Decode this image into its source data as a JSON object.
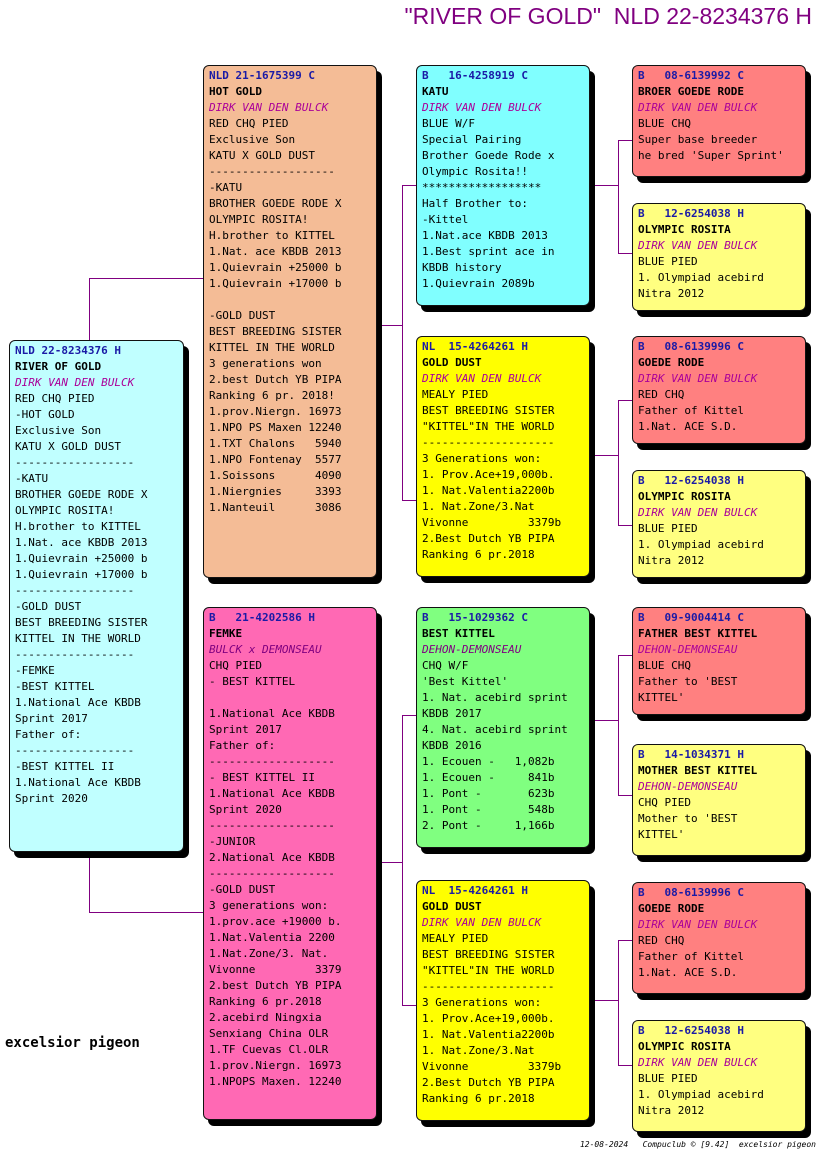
{
  "header": {
    "title": "\"RIVER OF GOLD\"  NLD 22-8234376 H"
  },
  "brand": "excelsior pigeon",
  "footer": "12-08-2024   Compuclub © [9.42]  excelsior pigeon",
  "colors": {
    "connector": "#800080",
    "breeder_default": "#aa0099"
  },
  "cards": [
    {
      "id": "subject",
      "bg": "#c0ffff",
      "breederColor": "#aa0099",
      "lines": [
        "NLD 22-8234376 H",
        "RIVER OF GOLD",
        "DIRK VAN DEN BULCK",
        "RED CHQ PIED",
        "-HOT GOLD",
        "Exclusive Son",
        "KATU X GOLD DUST",
        "------------------",
        "-KATU",
        "BROTHER GOEDE RODE X",
        "OLYMPIC ROSITA!",
        "H.brother to KITTEL",
        "1.Nat. ace KBDB 2013",
        "1.Quievrain +25000 b",
        "1.Quievrain +17000 b",
        "------------------",
        "-GOLD DUST",
        "BEST BREEDING SISTER",
        "KITTEL IN THE WORLD",
        "------------------",
        "-FEMKE",
        "-BEST KITTEL",
        "1.National Ace KBDB",
        "Sprint 2017",
        "Father of:",
        "------------------",
        "-BEST KITTEL II",
        "1.National Ace KBDB",
        "Sprint 2020"
      ]
    },
    {
      "id": "sire",
      "bg": "#f4bc96",
      "breederColor": "#aa0099",
      "lines": [
        "NLD 21-1675399 C",
        "HOT GOLD",
        "DIRK VAN DEN BULCK",
        "RED CHQ PIED",
        "Exclusive Son",
        "KATU X GOLD DUST",
        "-------------------",
        "-KATU",
        "BROTHER GOEDE RODE X",
        "OLYMPIC ROSITA!",
        "H.brother to KITTEL",
        "1.Nat. ace KBDB 2013",
        "1.Quievrain +25000 b",
        "1.Quievrain +17000 b",
        "",
        "-GOLD DUST",
        "BEST BREEDING SISTER",
        "KITTEL IN THE WORLD",
        "3 generations won",
        "2.best Dutch YB PIPA",
        "Ranking 6 pr. 2018!",
        "1.prov.Niergn. 16973",
        "1.NPO PS Maxen 12240",
        "1.TXT Chalons   5940",
        "1.NPO Fontenay  5577",
        "1.Soissons      4090",
        "1.Niergnies     3393",
        "1.Nanteuil      3086"
      ]
    },
    {
      "id": "dam",
      "bg": "#ff69b4",
      "breederColor": "#800080",
      "lines": [
        "B   21-4202586 H",
        "FEMKE",
        "BULCK x DEMONSEAU",
        "CHQ PIED",
        "- BEST KITTEL",
        "",
        "1.National Ace KBDB",
        "Sprint 2017",
        "Father of:",
        "-------------------",
        "- BEST KITTEL II",
        "1.National Ace KBDB",
        "Sprint 2020",
        "-------------------",
        "-JUNIOR",
        "2.National Ace KBDB",
        "-------------------",
        "-GOLD DUST",
        "3 generations won:",
        "1.prov.ace +19000 b.",
        "1.Nat.Valentia 2200",
        "1.Nat.Zone/3. Nat.",
        "Vivonne         3379",
        "2.best Dutch YB PIPA",
        "Ranking 6 pr.2018",
        "2.acebird Ningxia",
        "Senxiang China OLR",
        "1.TF Cuevas Cl.OLR",
        "1.prov.Niergn. 16973",
        "1.NPOPS Maxen. 12240"
      ]
    },
    {
      "id": "ss",
      "bg": "#80ffff",
      "breederColor": "#aa0099",
      "lines": [
        "B   16-4258919 C",
        "KATU",
        "DIRK VAN DEN BULCK",
        "BLUE W/F",
        "Special Pairing",
        "Brother Goede Rode x",
        "Olympic Rosita!!",
        "******************",
        "Half Brother to:",
        "-Kittel",
        "1.Nat.ace KBDB 2013",
        "1.Best sprint ace in",
        "KBDB history",
        "1.Quievrain 2089b"
      ]
    },
    {
      "id": "sd",
      "bg": "#ffff00",
      "breederColor": "#aa0099",
      "lines": [
        "NL  15-4264261 H",
        "GOLD DUST",
        "DIRK VAN DEN BULCK",
        "MEALY PIED",
        "BEST BREEDING SISTER",
        "\"KITTEL\"IN THE WORLD",
        "--------------------",
        "3 Generations won:",
        "1. Prov.Ace+19,000b.",
        "1. Nat.Valentia2200b",
        "1. Nat.Zone/3.Nat",
        "Vivonne         3379b",
        "2.Best Dutch YB PIPA",
        "Ranking 6 pr.2018"
      ]
    },
    {
      "id": "ds",
      "bg": "#80ff80",
      "breederColor": "#800080",
      "lines": [
        "B   15-1029362 C",
        "BEST KITTEL",
        "DEHON-DEMONSEAU",
        "CHQ W/F",
        "'Best Kittel'",
        "1. Nat. acebird sprint",
        "KBDB 2017",
        "4. Nat. acebird sprint",
        "KBDB 2016",
        "1. Ecouen -   1,082b",
        "1. Ecouen -     841b",
        "1. Pont -       623b",
        "1. Pont -       548b",
        "2. Pont -     1,166b"
      ]
    },
    {
      "id": "dd",
      "bg": "#ffff00",
      "breederColor": "#aa0099",
      "lines": [
        "NL  15-4264261 H",
        "GOLD DUST",
        "DIRK VAN DEN BULCK",
        "MEALY PIED",
        "BEST BREEDING SISTER",
        "\"KITTEL\"IN THE WORLD",
        "--------------------",
        "3 Generations won:",
        "1. Prov.Ace+19,000b.",
        "1. Nat.Valentia2200b",
        "1. Nat.Zone/3.Nat",
        "Vivonne         3379b",
        "2.Best Dutch YB PIPA",
        "Ranking 6 pr.2018"
      ]
    },
    {
      "id": "sss",
      "bg": "#ff8080",
      "breederColor": "#aa0099",
      "lines": [
        "B   08-6139992 C",
        "BROER GOEDE RODE",
        "DIRK VAN DEN BULCK",
        "BLUE CHQ",
        "Super base breeder",
        "he bred 'Super Sprint'"
      ]
    },
    {
      "id": "ssd",
      "bg": "#ffff80",
      "breederColor": "#aa0099",
      "lines": [
        "B   12-6254038 H",
        "OLYMPIC ROSITA",
        "DIRK VAN DEN BULCK",
        "BLUE PIED",
        "1. Olympiad acebird",
        "Nitra 2012"
      ]
    },
    {
      "id": "sds",
      "bg": "#ff8080",
      "breederColor": "#aa0099",
      "lines": [
        "B   08-6139996 C",
        "GOEDE RODE",
        "DIRK VAN DEN BULCK",
        "RED CHQ",
        "Father of Kittel",
        "1.Nat. ACE S.D."
      ]
    },
    {
      "id": "sdd",
      "bg": "#ffff80",
      "breederColor": "#aa0099",
      "lines": [
        "B   12-6254038 H",
        "OLYMPIC ROSITA",
        "DIRK VAN DEN BULCK",
        "BLUE PIED",
        "1. Olympiad acebird",
        "Nitra 2012"
      ]
    },
    {
      "id": "dss",
      "bg": "#ff8080",
      "breederColor": "#aa0099",
      "lines": [
        "B   09-9004414 C",
        "FATHER BEST KITTEL",
        "DEHON-DEMONSEAU",
        "BLUE CHQ",
        "Father to 'BEST",
        "KITTEL'"
      ]
    },
    {
      "id": "dsd",
      "bg": "#ffff80",
      "breederColor": "#aa0099",
      "lines": [
        "B   14-1034371 H",
        "MOTHER BEST KITTEL",
        "DEHON-DEMONSEAU",
        "CHQ PIED",
        "Mother to 'BEST",
        "KITTEL'"
      ]
    },
    {
      "id": "dds",
      "bg": "#ff8080",
      "breederColor": "#aa0099",
      "lines": [
        "B   08-6139996 C",
        "GOEDE RODE",
        "DIRK VAN DEN BULCK",
        "RED CHQ",
        "Father of Kittel",
        "1.Nat. ACE S.D."
      ]
    },
    {
      "id": "ddd",
      "bg": "#ffff80",
      "breederColor": "#aa0099",
      "lines": [
        "B   12-6254038 H",
        "OLYMPIC ROSITA",
        "DIRK VAN DEN BULCK",
        "BLUE PIED",
        "1. Olympiad acebird",
        "Nitra 2012"
      ]
    }
  ]
}
